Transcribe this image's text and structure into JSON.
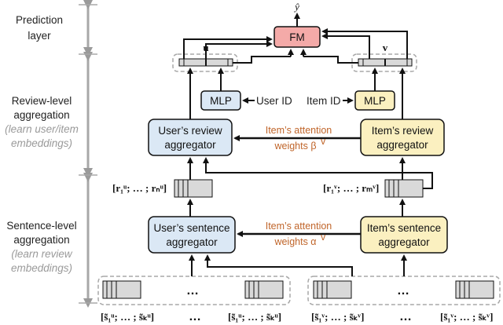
{
  "sections": {
    "prediction_1": "Prediction",
    "prediction_2": "layer",
    "review_1": "Review-level",
    "review_2": "aggregation",
    "review_3": "(learn user/item",
    "review_4": "embeddings)",
    "sentence_1": "Sentence-level",
    "sentence_2": "aggregation",
    "sentence_3": "(learn review",
    "sentence_4": "embeddings)"
  },
  "output": {
    "y_hat": "ŷ"
  },
  "fm": {
    "label": "FM"
  },
  "vectors": {
    "u": "u",
    "v": "v"
  },
  "mlp": {
    "left": "MLP",
    "right": "MLP"
  },
  "ids": {
    "user": "User ID",
    "item": "Item ID"
  },
  "review_agg": {
    "user_1": "User’s review",
    "user_2": "aggregator",
    "item_1": "Item’s review",
    "item_2": "aggregator"
  },
  "sentence_agg": {
    "user_1": "User’s sentence",
    "user_2": "aggregator",
    "item_1": "Item’s sentence",
    "item_2": "aggregator"
  },
  "attention": {
    "review_1": "Item’s attention",
    "review_2": "weights β",
    "review_sup": "v",
    "sentence_1": "Item’s attention",
    "sentence_2": "weights α",
    "sentence_sup": "v"
  },
  "review_vectors": {
    "user": "[r₁ᵘ; … ; rₙᵘ]",
    "item": "[r₁ᵛ; … ; rₘᵛ]"
  },
  "sentence_vectors": {
    "u1": "[s̃₁ᵘ; … ; s̃ₖᵘ]",
    "u2": "[s̃₁ᵘ; … ; s̃ₖᵘ]",
    "v1": "[s̃₁ᵛ; … ; s̃ₖᵛ]",
    "v2": "[s̃₁ᵛ; … ; s̃ₖᵛ]",
    "gap": "…"
  },
  "ellipsis": "…",
  "colors": {
    "fm_fill": "#f4aaa8",
    "user_fill": "#dbe8f5",
    "item_fill": "#fbf0c0",
    "mlp_user_fill": "#dbe8f5",
    "mlp_item_fill": "#fbf0c0",
    "bracket": "#aaaaaa",
    "attention_text": "#c0652a"
  }
}
